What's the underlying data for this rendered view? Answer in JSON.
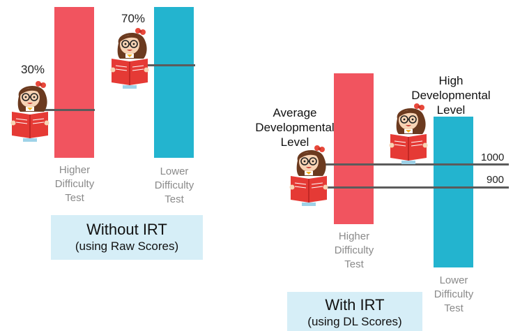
{
  "left_panel": {
    "bar_high": {
      "label": [
        "Higher",
        "Difficulty",
        "Test"
      ],
      "color": "#f1545f"
    },
    "bar_low": {
      "label": [
        "Lower",
        "Difficulty",
        "Test"
      ],
      "color": "#23b4cf"
    },
    "percent_high": "30%",
    "percent_low": "70%",
    "caption": {
      "title": "Without IRT",
      "subtitle": "(using Raw Scores)"
    }
  },
  "right_panel": {
    "bar_high": {
      "label": [
        "Higher",
        "Difficulty",
        "Test"
      ],
      "color": "#f1545f"
    },
    "bar_low": {
      "label": [
        "Lower",
        "Difficulty",
        "Test"
      ],
      "color": "#23b4cf"
    },
    "average_label": [
      "Average",
      "Developmental",
      "Level"
    ],
    "high_label": [
      "High",
      "Developmental",
      "Level"
    ],
    "score_high": "1000",
    "score_low": "900",
    "caption": {
      "title": "With IRT",
      "subtitle": "(using DL Scores)"
    }
  },
  "colors": {
    "caption_bg": "#d6eef7",
    "line": "#5b5b5b",
    "label_gray": "#8a8a8a"
  }
}
